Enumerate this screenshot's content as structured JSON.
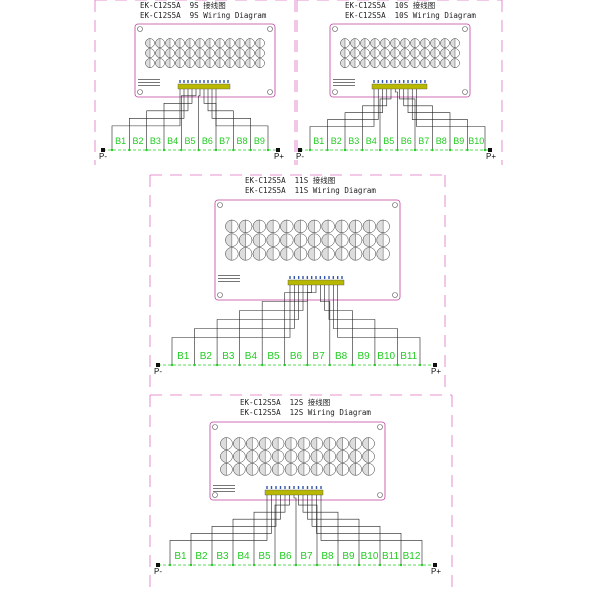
{
  "panels": [
    {
      "id": "9s",
      "title_cn": "EK-C12S5A  9S 接线图",
      "title_en": "EK-C12S5A  9S Wiring Diagram",
      "cells": [
        "B1",
        "B2",
        "B3",
        "B4",
        "B5",
        "B6",
        "B7",
        "B8",
        "B9"
      ],
      "neg": "P-",
      "pos": "P+"
    },
    {
      "id": "10s",
      "title_cn": "EK-C12S5A  10S 接线图",
      "title_en": "EK-C12S5A  10S Wiring Diagram",
      "cells": [
        "B1",
        "B2",
        "B3",
        "B4",
        "B5",
        "B6",
        "B7",
        "B8",
        "B9",
        "B10"
      ],
      "neg": "P-",
      "pos": "P+"
    },
    {
      "id": "11s",
      "title_cn": "EK-C12S5A  11S 接线图",
      "title_en": "EK-C12S5A  11S Wiring Diagram",
      "cells": [
        "B1",
        "B2",
        "B3",
        "B4",
        "B5",
        "B6",
        "B7",
        "B8",
        "B9",
        "B10",
        "B11"
      ],
      "neg": "P-",
      "pos": "P+"
    },
    {
      "id": "12s",
      "title_cn": "EK-C12S5A  12S 接线图",
      "title_en": "EK-C12S5A  12S Wiring Diagram",
      "cells": [
        "B1",
        "B2",
        "B3",
        "B4",
        "B5",
        "B6",
        "B7",
        "B8",
        "B9",
        "B10",
        "B11",
        "B12"
      ],
      "neg": "P-",
      "pos": "P+"
    }
  ],
  "colors": {
    "frame": "#e070c0",
    "board": "#c040a0",
    "label": "#22cc22",
    "wire": "#222222",
    "connector": "#b8b800"
  }
}
